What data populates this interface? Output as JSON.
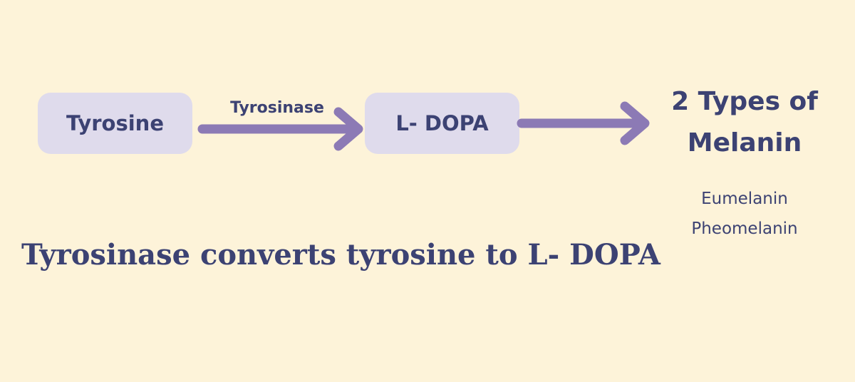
{
  "colors": {
    "background": "#fdf3d9",
    "node_fill": "#dfdbec",
    "arrow": "#8c7ab5",
    "text": "#3c4273"
  },
  "nodes": {
    "tyrosine": "Tyrosine",
    "ldopa": "L- DOPA"
  },
  "arrows": {
    "tyrosine_to_ldopa_label": "Tyrosinase"
  },
  "melanin": {
    "title_line1": "2 Types of",
    "title_line2": "Melanin",
    "types": [
      "Eumelanin",
      "Pheomelanin"
    ]
  },
  "caption": "Tyrosinase converts tyrosine to L- DOPA"
}
